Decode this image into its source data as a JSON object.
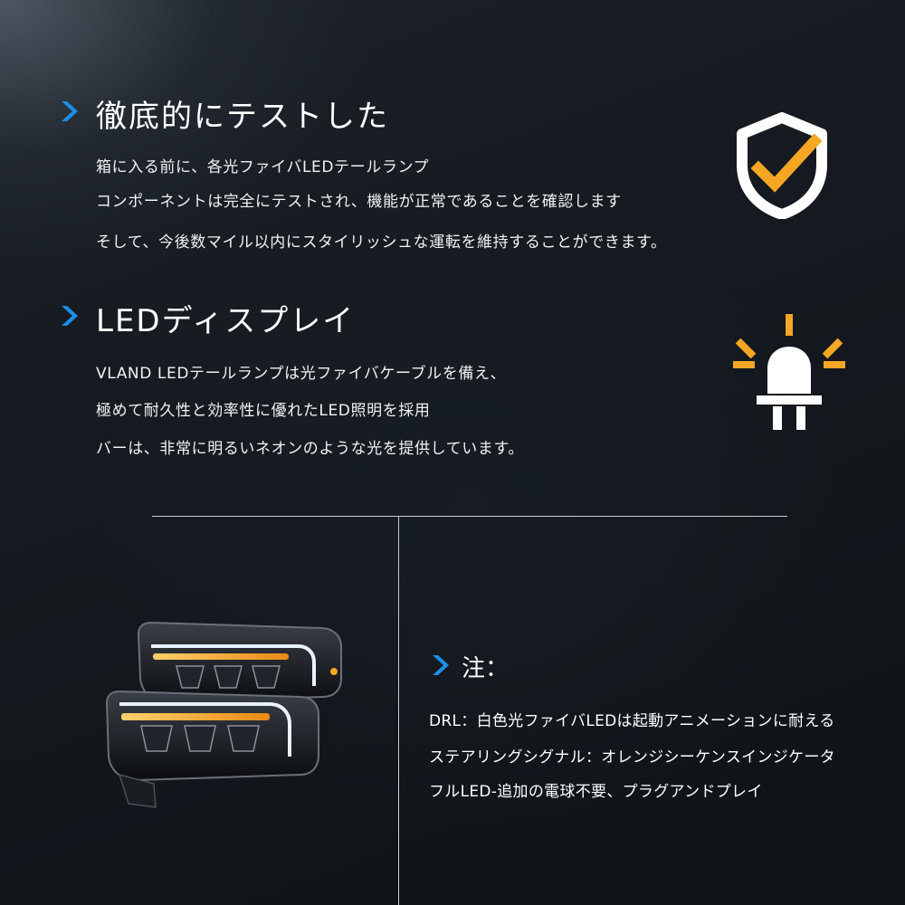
{
  "sections": [
    {
      "title": "徹底的にテストした",
      "lines": [
        "箱に入る前に、各光ファイバLEDテールランプ",
        "コンポーネントは完全にテストされ、機能が正常であることを確認します",
        "そして、今後数マイル以内にスタイリッシュな運転を維持することができます。"
      ],
      "icon": "shield-check-icon"
    },
    {
      "title": "LEDディスプレイ",
      "lines": [
        "VLAND LEDテールランプは光ファイバケーブルを備え、",
        "極めて耐久性と効率性に優れたLED照明を採用",
        "バーは、非常に明るいネオンのような光を提供しています。"
      ],
      "icon": "led-bulb-icon"
    }
  ],
  "note": {
    "title": "注：",
    "lines": [
      "DRL：白色光ファイバLEDは起動アニメーションに耐える",
      "ステアリングシグナル：オレンジシーケンスインジケータ",
      "フルLED-追加の電球不要、プラグアンドプレイ"
    ]
  },
  "product_image": "headlight-pair",
  "colors": {
    "accent_blue": "#1e8fe8",
    "accent_amber": "#f5a623",
    "background": "#151a20",
    "text": "#ffffff"
  }
}
